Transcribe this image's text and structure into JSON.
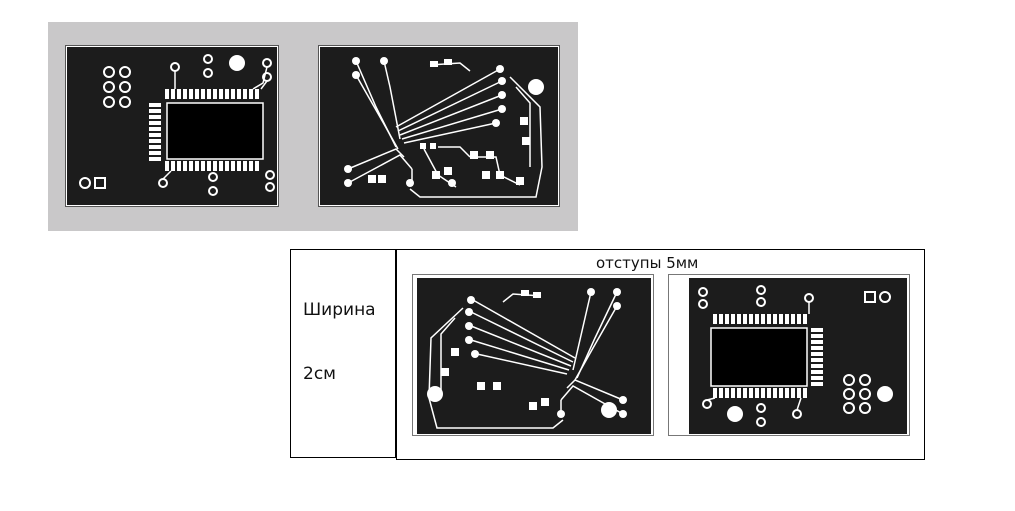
{
  "labels": {
    "width": "Ширина",
    "width_value": "2см",
    "offset": "отступы 5мм"
  },
  "colors": {
    "board": "#1c1c1c",
    "copper_gap": "#ffffff",
    "panel_background": "#c9c8c9"
  }
}
